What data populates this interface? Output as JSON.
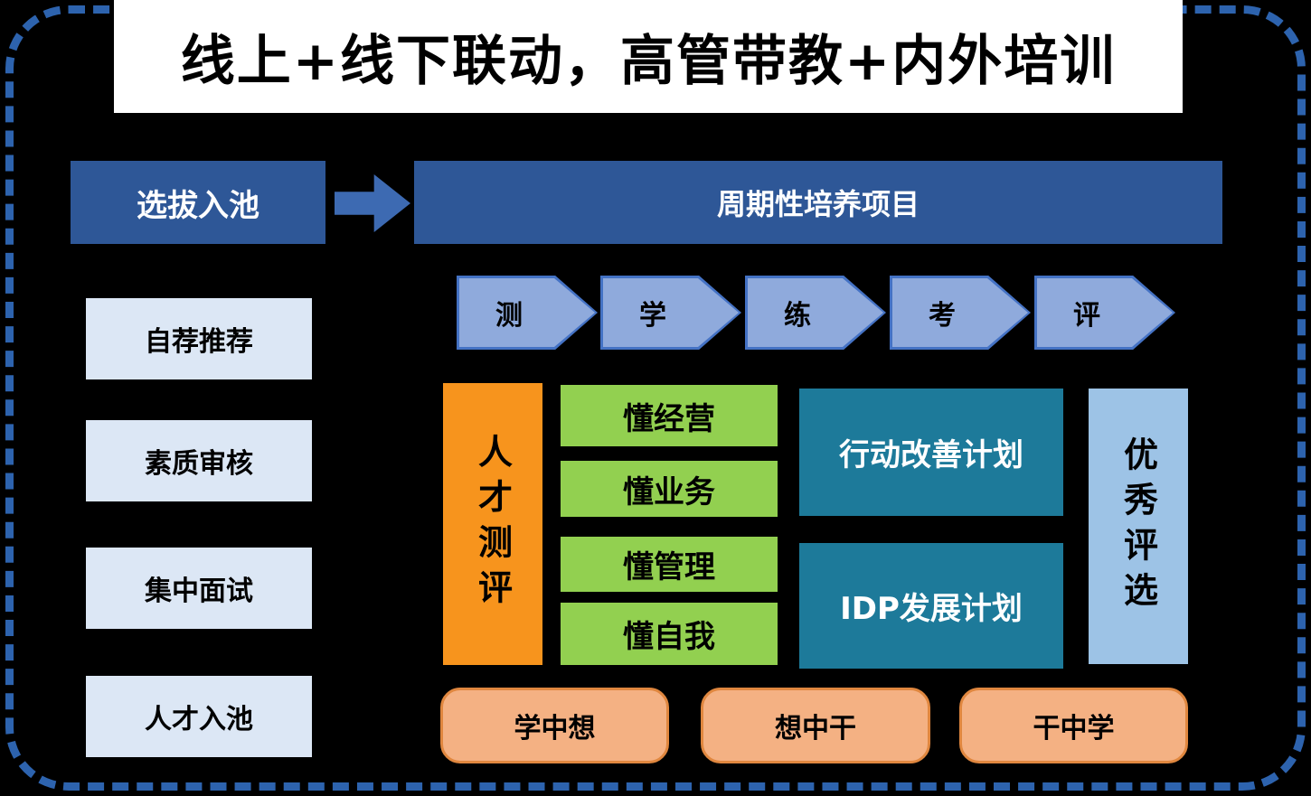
{
  "title": "线上+线下联动，高管带教+内外培训",
  "left_panel": {
    "header": "选拔入池",
    "steps": [
      "自荐推荐",
      "素质审核",
      "集中面试",
      "人才入池"
    ]
  },
  "right_panel": {
    "header": "周期性培养项目",
    "phases": [
      "测",
      "学",
      "练",
      "考",
      "评"
    ],
    "assessment": "人才测评",
    "competencies": [
      "懂经营",
      "懂业务",
      "懂管理",
      "懂自我"
    ],
    "plans": [
      "行动改善计划",
      "IDP发展计划"
    ],
    "selection": "优秀评选",
    "cycle": [
      "学中想",
      "想中干",
      "干中学"
    ]
  },
  "colors": {
    "background": "#000000",
    "frame_dash_blue": "#2d63ae",
    "dark_blue": "#2e5797",
    "arrow_blue": "#3d6ab2",
    "pale_blue": "#dce7f5",
    "chevron_fill": "#8faadc",
    "chevron_border": "#4472c4",
    "orange": "#f7941d",
    "green": "#92d050",
    "teal": "#1d7a9a",
    "light_blue": "#9dc3e6",
    "salmon": "#f4b183",
    "salmon_border": "#e0873f"
  }
}
